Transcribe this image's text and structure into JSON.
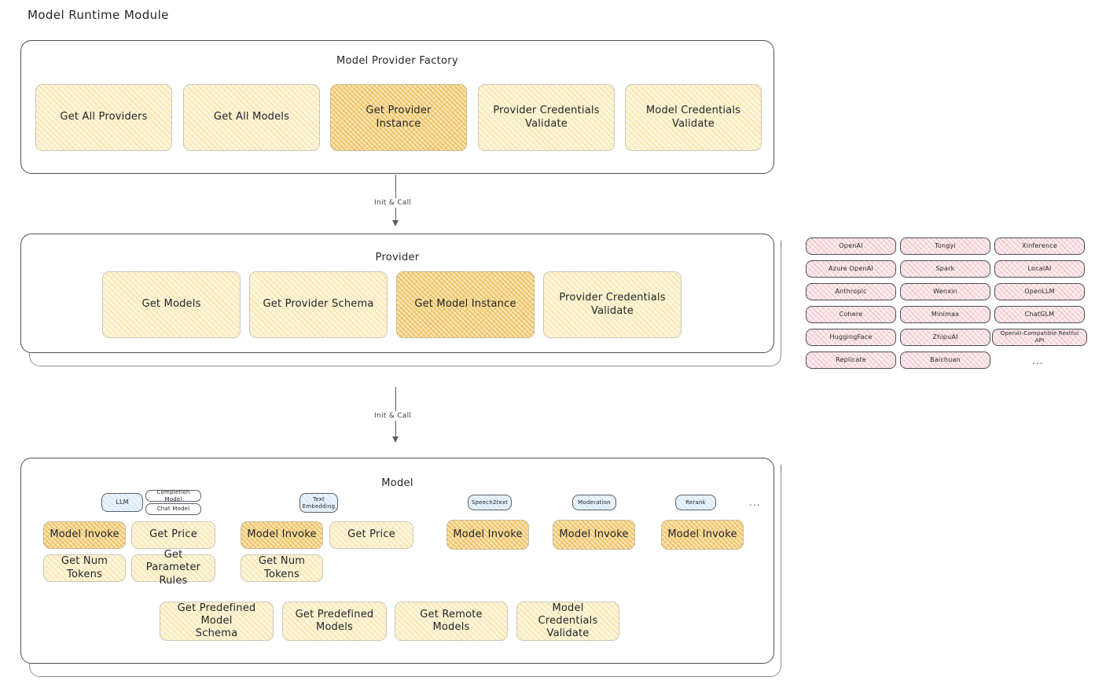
{
  "page": {
    "title": "Model Runtime Module"
  },
  "sections": {
    "factory": {
      "title": "Model Provider Factory",
      "nodes": [
        {
          "label": "Get All Providers",
          "highlight": false
        },
        {
          "label": "Get All Models",
          "highlight": false
        },
        {
          "label": "Get Provider\nInstance",
          "highlight": true
        },
        {
          "label": "Provider Credentials\nValidate",
          "highlight": false
        },
        {
          "label": "Model Credentials\nValidate",
          "highlight": false
        }
      ]
    },
    "provider": {
      "title": "Provider",
      "nodes": [
        {
          "label": "Get Models",
          "highlight": false
        },
        {
          "label": "Get Provider Schema",
          "highlight": false
        },
        {
          "label": "Get Model Instance",
          "highlight": true
        },
        {
          "label": "Provider Credentials\nValidate",
          "highlight": false
        }
      ]
    },
    "model": {
      "title": "Model",
      "types": [
        {
          "name": "LLM",
          "subtypes": [
            "Completion Model",
            "Chat Model"
          ]
        },
        {
          "name": "Text\nEmbedding",
          "subtypes": []
        },
        {
          "name": "Speech2text",
          "subtypes": []
        },
        {
          "name": "Moderation",
          "subtypes": []
        },
        {
          "name": "Rerank",
          "subtypes": []
        }
      ],
      "more_indicator": "...",
      "methods": [
        {
          "label": "Model Invoke",
          "highlight": true
        },
        {
          "label": "Get Price",
          "highlight": false
        },
        {
          "label": "Get Num Tokens",
          "highlight": false
        },
        {
          "label": "Get Parameter\nRules",
          "highlight": false
        }
      ],
      "common_methods": [
        {
          "label": "Get Predefined Model\nSchema",
          "highlight": false
        },
        {
          "label": "Get Predefined\nModels",
          "highlight": false
        },
        {
          "label": "Get Remote Models",
          "highlight": false
        },
        {
          "label": "Model Credentials\nValidate",
          "highlight": false
        }
      ]
    }
  },
  "provider_list": {
    "columns": [
      {
        "items": [
          "OpenAI",
          "Azure OpenAI",
          "Anthropic",
          "Cohere",
          "HuggingFace",
          "Replicate"
        ]
      },
      {
        "items": [
          "Tongyi",
          "Spark",
          "Wenxin",
          "Minimax",
          "ZhipuAI",
          "Baichuan"
        ]
      },
      {
        "items": [
          "Xinference",
          "LocalAI",
          "OpenLLM",
          "ChatGLM",
          "OpenAI-Compatible Restful API"
        ]
      }
    ],
    "more_indicator": "..."
  },
  "arrows": [
    {
      "label": "Init & Call"
    },
    {
      "label": "Init & Call"
    }
  ],
  "colors": {
    "highlight_fill": "#fae5b4",
    "node_fill": "#fdf6de",
    "provider_chip_fill": "#fdeef0",
    "model_type_fill": "#e9f3fb",
    "stroke": "#4a4f55"
  }
}
